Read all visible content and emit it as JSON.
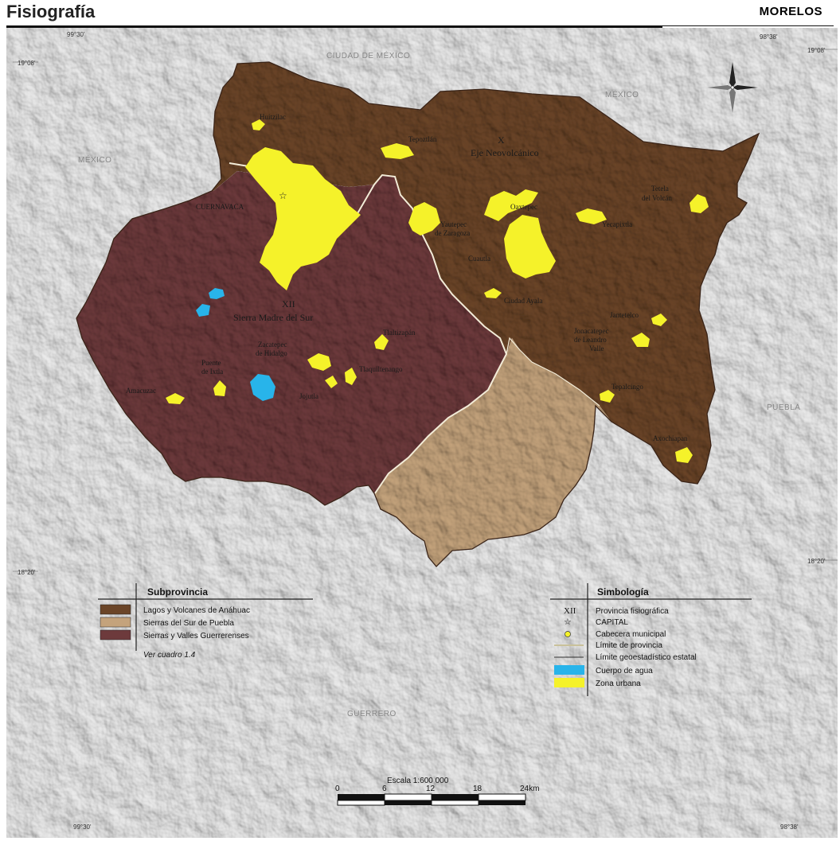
{
  "header": {
    "title": "Fisiografía",
    "state": "MORELOS"
  },
  "coordinates": {
    "lon_left_top": "99°30'",
    "lon_right_top": "98°38'",
    "lat_top_left": "19°08'",
    "lat_top_right": "19°08'",
    "lat_bottom_left": "18°20'",
    "lat_bottom_right": "18°20'",
    "lon_left_bottom": "99°30'",
    "lon_right_bottom": "98°38'"
  },
  "neighbors": {
    "cdmx": "CIUDAD DE MÉXICO",
    "mexico_ne": "MÉXICO",
    "mexico_w": "MÉXICO",
    "puebla": "PUEBLA",
    "guerrero": "GUERRERO"
  },
  "provinces": {
    "x_numeral": "X",
    "x_name": "Eje Neovolcánico",
    "xii_numeral": "XII",
    "xii_name": "Sierra Madre del Sur"
  },
  "cities": {
    "huitzilac": "Huitzilac",
    "tepoztlan": "Tepoztlán",
    "cuernavaca": "CUERNAVACA",
    "yautepec_1": "Yautepec",
    "yautepec_2": "de Zaragoza",
    "oaxtepec": "Oaxtepec",
    "cuautla": "Cuautla",
    "tetela_1": "Tetela",
    "tetela_2": "del Volcán",
    "yecapixtla": "Yecapixtla",
    "ciudad_ayala": "Ciudad Ayala",
    "jantetelco": "Jantetelco",
    "jonacatepec_1": "Jonacatepec",
    "jonacatepec_2": "de Leandro",
    "jonacatepec_3": "Valle",
    "tlaltizapan": "Tlaltizapán",
    "zacatepec_1": "Zacatepec",
    "zacatepec_2": "de Hidalgo",
    "tlaquiltenango": "Tlaquiltenango",
    "puente_1": "Puente",
    "puente_2": "de Ixtla",
    "jojutla": "Jojutla",
    "amacuzac": "Amacuzac",
    "tepalcingo": "Tepalcingo",
    "axochiapan": "Axochiapan"
  },
  "legend_subprov": {
    "heading": "Subprovincia",
    "items": [
      {
        "label": "Lagos y Volcanes de Anáhuac",
        "color": "#6b4528"
      },
      {
        "label": "Sierras del Sur de Puebla",
        "color": "#c4a37c"
      },
      {
        "label": "Sierras y Valles Guerrerenses",
        "color": "#6d3a3c"
      }
    ],
    "note": "Ver cuadro 1.4"
  },
  "legend_symb": {
    "heading": "Simbología",
    "items": [
      {
        "symbol": "XII",
        "label": "Provincia fisiográfica"
      },
      {
        "symbol": "star",
        "label": "CAPITAL"
      },
      {
        "symbol": "dot",
        "label": "Cabecera municipal"
      },
      {
        "symbol": "line-province",
        "label": "Límite de provincia"
      },
      {
        "symbol": "line-state",
        "label": "Límite geoestadístico estatal"
      },
      {
        "symbol": "water",
        "label": "Cuerpo de agua",
        "color": "#28b4ea"
      },
      {
        "symbol": "urban",
        "label": "Zona urbana",
        "color": "#f5f22a"
      }
    ]
  },
  "scale": {
    "title": "Escala 1:600 000",
    "ticks": [
      "0",
      "6",
      "12",
      "18",
      "24km"
    ]
  },
  "colors": {
    "anahuac": "#6b4528",
    "puebla": "#c4a37c",
    "guerrerenses": "#6d3a3c",
    "urban": "#f5f22a",
    "water": "#28b4ea",
    "relief": "#d3d3d3"
  }
}
